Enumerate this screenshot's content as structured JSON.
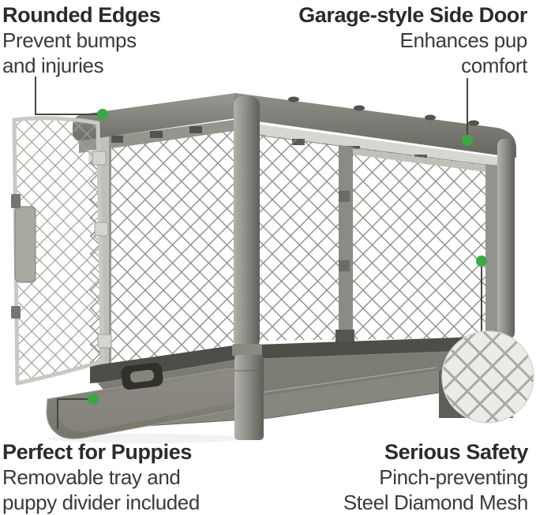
{
  "image": {
    "kind": "product-feature-infographic",
    "subject": "collapsible dog crate with open front door, pulled-out tray and garage-style side door",
    "background": "#ffffff"
  },
  "callouts": {
    "accent_green": "#3aa844",
    "leader_line_color": "#454544",
    "top_left": {
      "title": "Rounded Edges",
      "lines": [
        "Prevent bumps",
        "and injuries"
      ]
    },
    "top_right": {
      "title": "Garage-style Side Door",
      "lines": [
        "Enhances pup",
        "comfort"
      ]
    },
    "bottom_left": {
      "title": "Perfect for Puppies",
      "lines": [
        "Removable tray and",
        "puppy divider included"
      ]
    },
    "bottom_right": {
      "title": "Serious Safety",
      "lines": [
        "Pinch-preventing",
        "Steel Diamond Mesh"
      ]
    }
  },
  "product": {
    "colors": {
      "frame_gray": "#8f8e87",
      "frame_light": "#b2b1aa",
      "frame_dark": "#5f5e58",
      "mesh_line": "#8e8e8a",
      "under_roof_light": "#d7d6d1",
      "interior_shadow": "#4e4d47",
      "floor": "#7c7b74",
      "tray": "#868579",
      "handle_dark": "#31302c"
    }
  },
  "magnifier": {
    "content": "steel diamond mesh close-up",
    "bg": "#ecebe7",
    "line": "#a9a9a5"
  }
}
